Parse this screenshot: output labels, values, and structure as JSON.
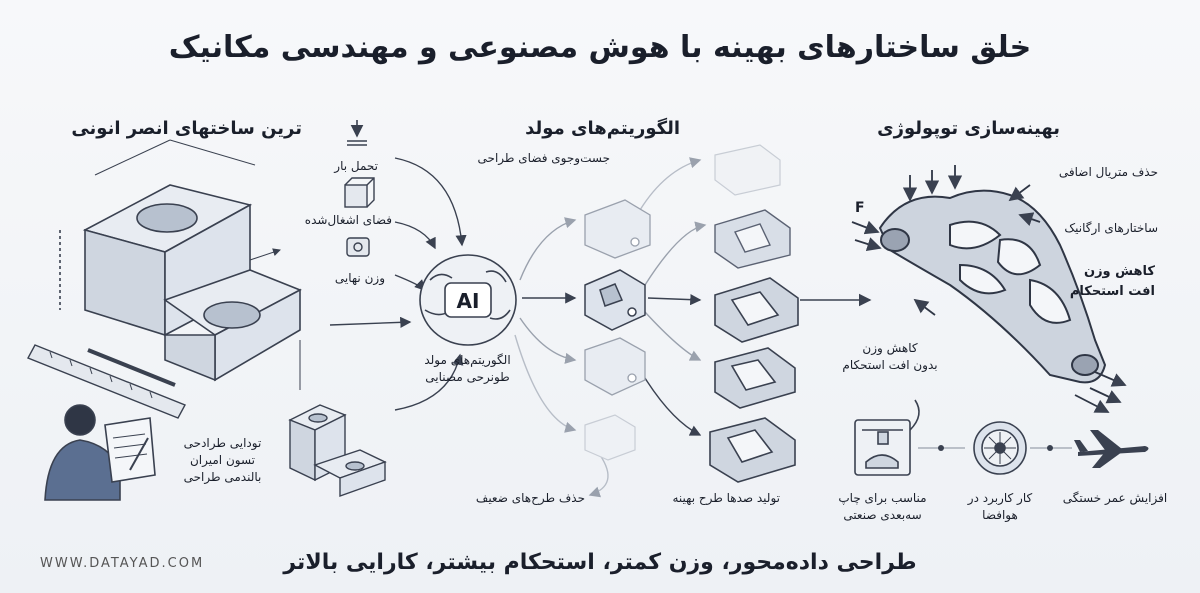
{
  "title": "خلق ساختارهای بهینه با هوش مصنوعی و مهندسی مکانیک",
  "sections": {
    "left": "ترین ساختهای انصر انونی",
    "middle": "الگوریتم‌های مولد",
    "right": "بهینه‌سازی توپولوژی"
  },
  "inputs": {
    "load": "تحمل بار",
    "space": "فضای اشغال‌شده",
    "weight": "وزن نهایی"
  },
  "ai": {
    "badge": "AI",
    "label_line1": "الگوریتم‌های مولد",
    "label_line2": "طونرحی مصنایی"
  },
  "middle": {
    "search": "جست‌وجوی فضای طراحی",
    "remove_weak": "حذف طرح‌های ضعیف",
    "generate": "تولید صدها طرح بهینه"
  },
  "left_caption": {
    "line1": "تودایی طرادحی",
    "line2": "تسون امیران",
    "line3": "بالندمی طراحی"
  },
  "right": {
    "force": "F",
    "remove_material": "حذف متریال اضافی",
    "organic": "ساختارهای ارگانیک",
    "reduce_line1": "کاهش وزن",
    "reduce_line2": "افت استحکام",
    "reduce2_line1": "کاهش وزن",
    "reduce2_line2": "بدون افت استحکام"
  },
  "apps": {
    "print_line1": "مناسب برای چاپ",
    "print_line2": "سه‌بعدی صنعتی",
    "aero_line1": "کار کاربرد در",
    "aero_line2": "هوافضا",
    "fatigue": "افزایش عمر خستگی"
  },
  "footer": "طراحی داده‌محور، وزن کمتر، استحکام بیشتر، کارایی بالاتر",
  "brand": "WWW.DATAYAD.COM",
  "colors": {
    "ink": "#1a1f2b",
    "line": "#3a4150",
    "fill": "#dde3ec",
    "faint": "#b7bdc7"
  }
}
